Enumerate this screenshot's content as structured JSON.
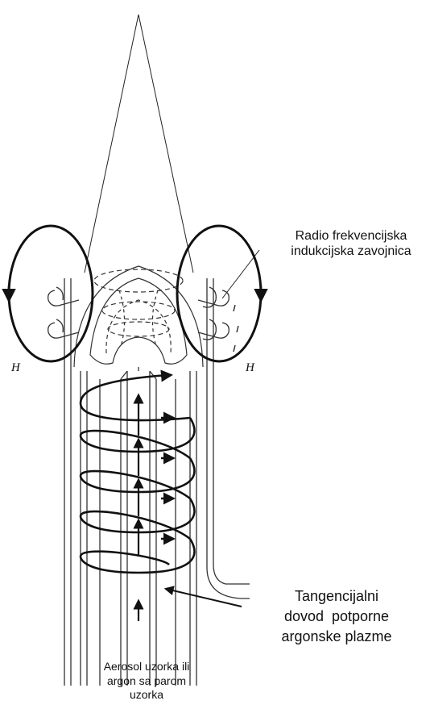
{
  "labels": {
    "coil": [
      "Radio frekvencijska",
      "indukcijska zavojnica"
    ],
    "tangential": [
      "Tangencijalni",
      "dovod  potporne",
      "argonske plazme"
    ],
    "aerosol": [
      "Aerosol uzorka ili",
      "argon sa parom",
      "uzorka"
    ],
    "h_left": "H",
    "h_right": "H"
  },
  "colors": {
    "ink": "#111111",
    "background": "#ffffff"
  }
}
